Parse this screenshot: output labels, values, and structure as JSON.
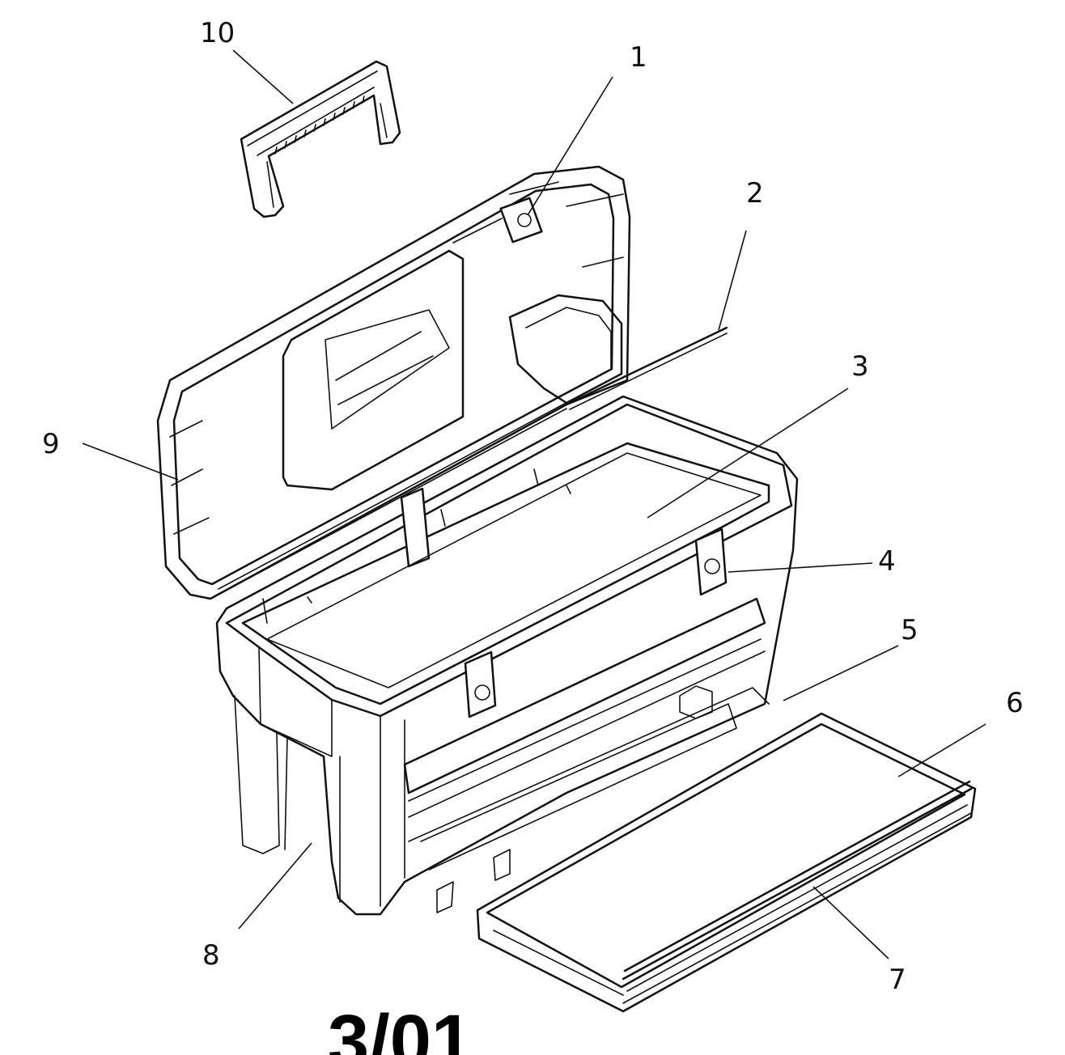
{
  "diagram": {
    "callouts": [
      {
        "id": "c10",
        "label": "10"
      },
      {
        "id": "c1",
        "label": "1"
      },
      {
        "id": "c2",
        "label": "2"
      },
      {
        "id": "c3",
        "label": "3"
      },
      {
        "id": "c9",
        "label": "9"
      },
      {
        "id": "c4",
        "label": "4"
      },
      {
        "id": "c5",
        "label": "5"
      },
      {
        "id": "c6",
        "label": "6"
      },
      {
        "id": "c8",
        "label": "8"
      },
      {
        "id": "c7",
        "label": "7"
      }
    ],
    "footer_code": "3/01"
  }
}
